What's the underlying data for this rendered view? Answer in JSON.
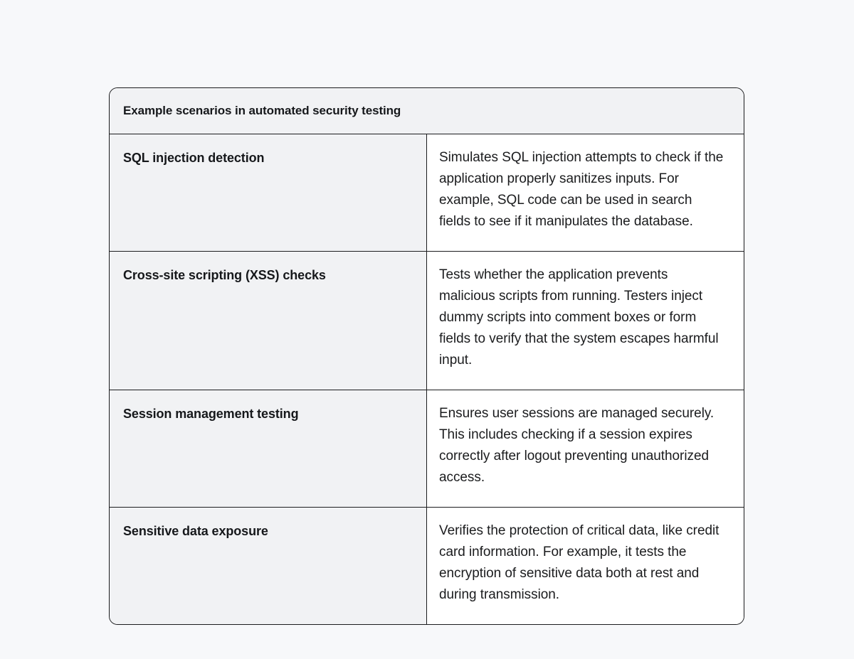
{
  "page": {
    "background_color": "#f7f8fa",
    "surface_color": "#ffffff",
    "alt_surface_color": "#f1f2f4",
    "border_color": "#1b1c1e",
    "text_color": "#1b1c1e",
    "heading_color": "#16181b"
  },
  "table": {
    "caption": "Example scenarios in automated security testing",
    "columns": 2,
    "row_count": 4,
    "rows": [
      {
        "term": "SQL injection detection",
        "description": "Simulates SQL injection attempts to check if the application properly sanitizes inputs. For example, SQL code can be used in search fields to see if it manipulates the database."
      },
      {
        "term": "Cross-site scripting (XSS) checks",
        "description": "Tests whether the application prevents malicious scripts from running. Testers inject dummy scripts into comment boxes or form fields to verify that the system escapes harmful input."
      },
      {
        "term": "Session management testing",
        "description": "Ensures user sessions are managed securely. This includes checking if a session expires correctly after logout preventing unauthorized access."
      },
      {
        "term": "Sensitive data exposure",
        "description": "Verifies the protection of critical data, like credit card information. For example, it tests the encryption of sensitive data both at rest and during transmission."
      }
    ]
  }
}
